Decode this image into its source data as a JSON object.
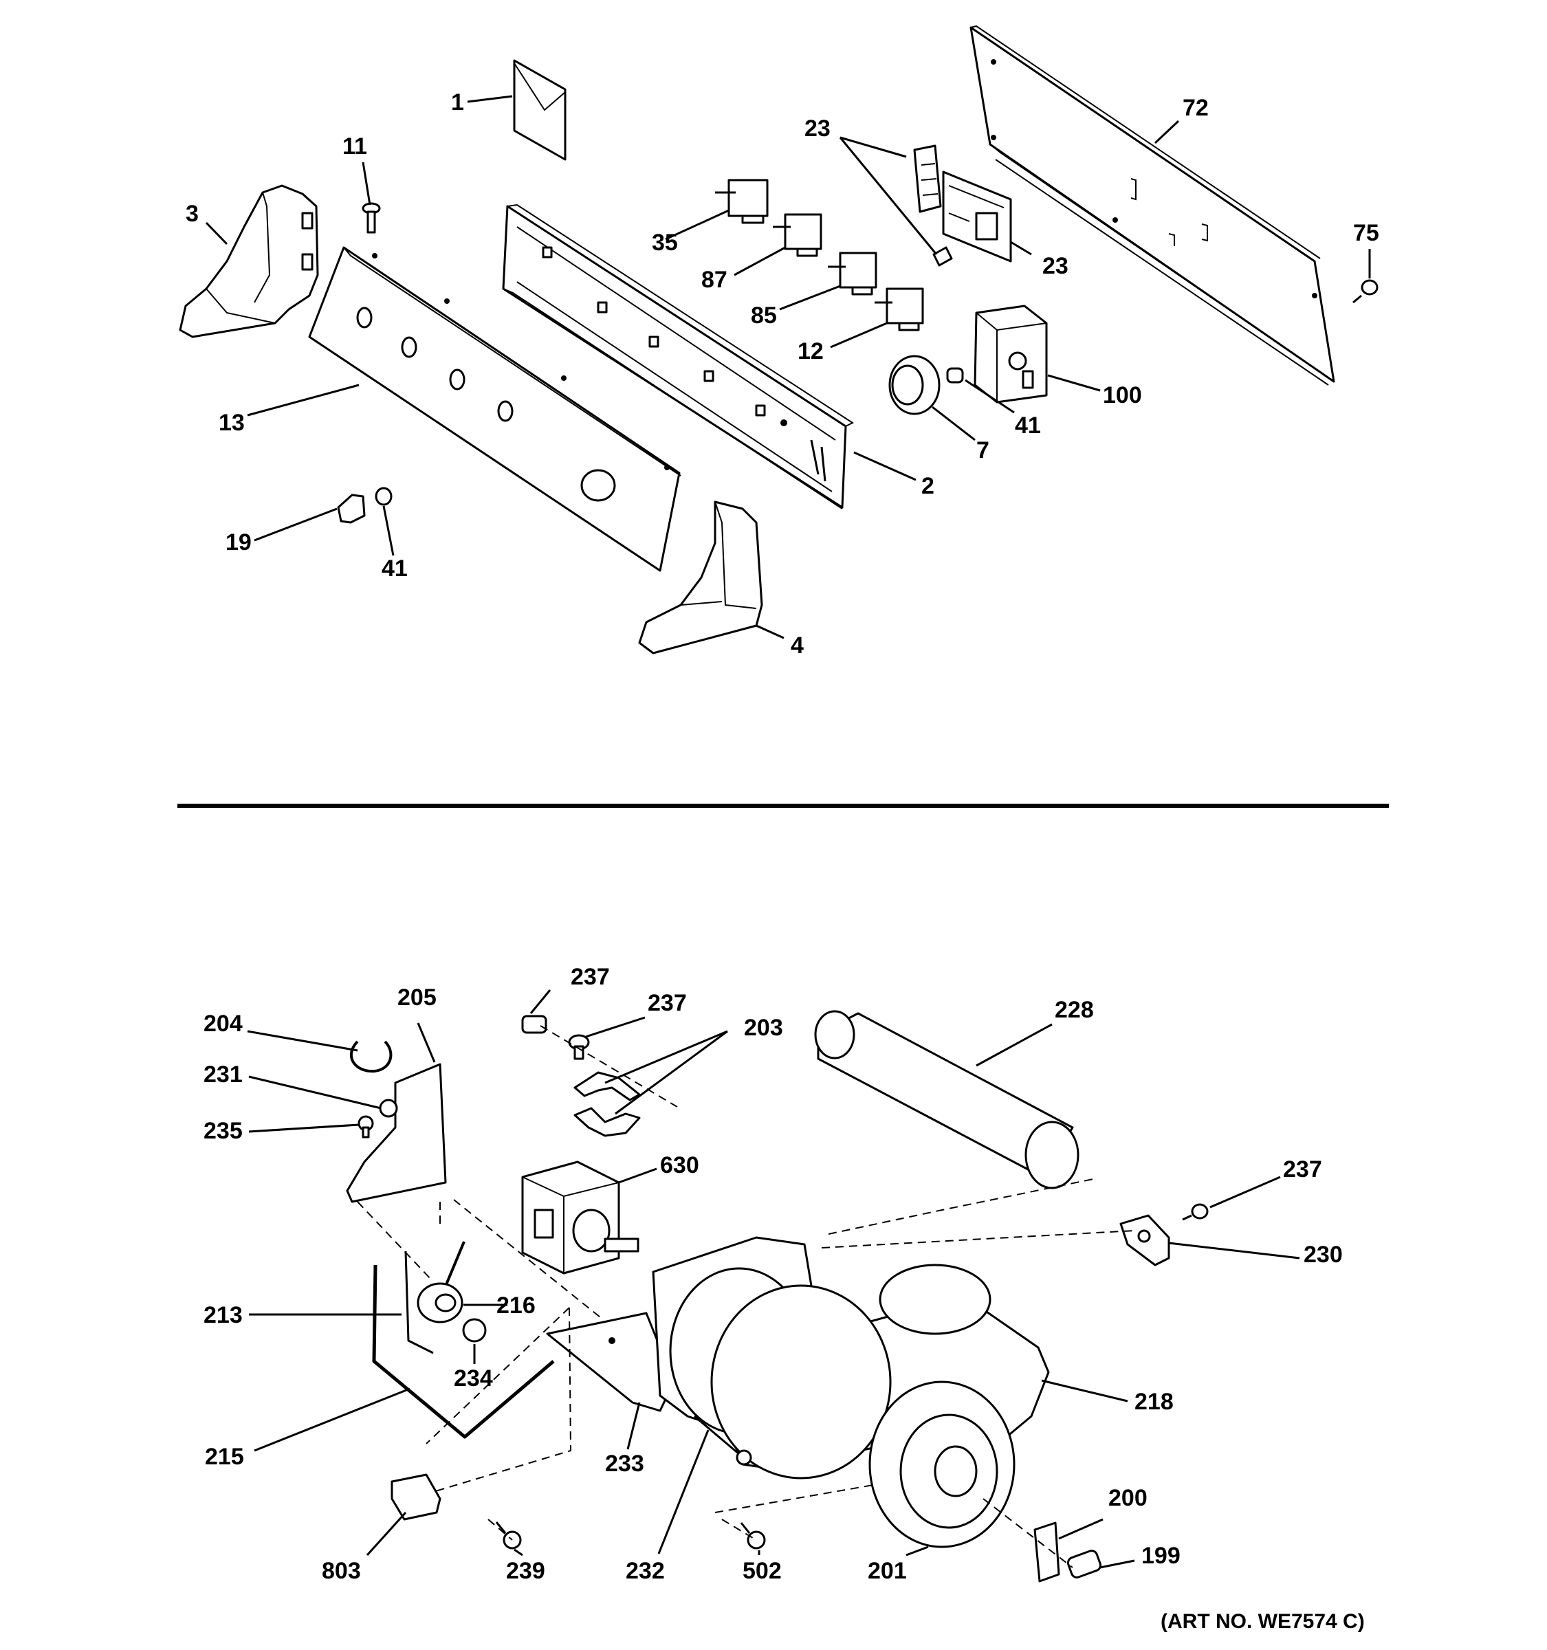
{
  "callouts": {
    "c1": "1",
    "c11": "11",
    "c3": "3",
    "c13": "13",
    "c19": "19",
    "c41a": "41",
    "c2": "2",
    "c4": "4",
    "c35": "35",
    "c87": "87",
    "c85": "85",
    "c12": "12",
    "c23a": "23",
    "c23b": "23",
    "c72": "72",
    "c75": "75",
    "c100": "100",
    "c41b": "41",
    "c7": "7",
    "c237a": "237",
    "c237b": "237",
    "c205": "205",
    "c204": "204",
    "c231": "231",
    "c235": "235",
    "c203": "203",
    "c228": "228",
    "c630": "630",
    "c237c": "237",
    "c230": "230",
    "c213": "213",
    "c216": "216",
    "c234": "234",
    "c215": "215",
    "c218": "218",
    "c233": "233",
    "c232": "232",
    "c200": "200",
    "c199": "199",
    "c803": "803",
    "c239": "239",
    "c502": "502",
    "c201": "201"
  },
  "art_number": "(ART NO. WE7574 C)"
}
